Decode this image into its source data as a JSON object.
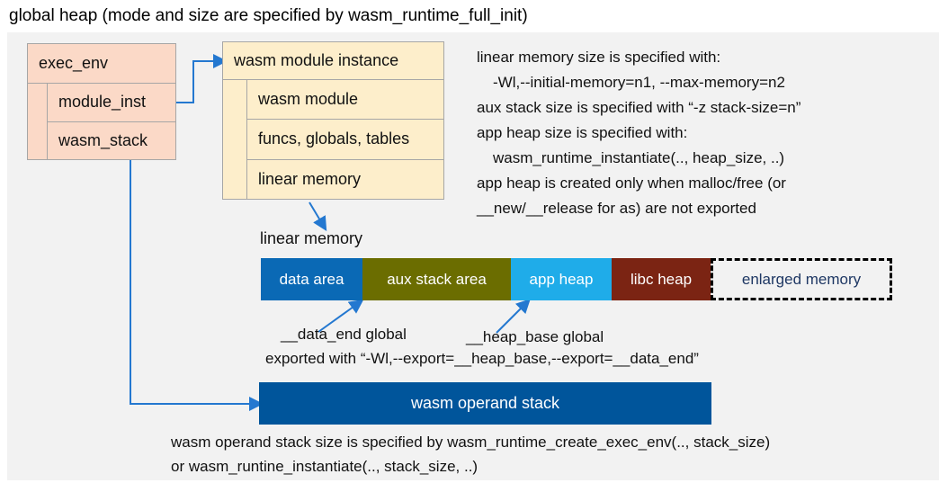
{
  "title": "global heap (mode and size are specified by wasm_runtime_full_init)",
  "exec_env": {
    "header": "exec_env",
    "rows": [
      "module_inst",
      "wasm_stack"
    ]
  },
  "module_instance": {
    "header": "wasm module instance",
    "rows": [
      "wasm module",
      "funcs, globals, tables",
      "linear memory"
    ]
  },
  "notes_right": {
    "lines": [
      "linear memory size is specified with:",
      "-Wl,--initial-memory=n1, --max-memory=n2",
      "aux stack size is specified with “-z stack-size=n”",
      "app heap size is specified with:",
      "wasm_runtime_instantiate(.., heap_size, ..)",
      "app heap is created only when malloc/free (or",
      "__new/__release for as) are not exported"
    ]
  },
  "linear_memory": {
    "label": "linear memory",
    "segments": [
      {
        "label": "data area",
        "color": "#0a69b5"
      },
      {
        "label": "aux stack area",
        "color": "#6b6d00"
      },
      {
        "label": "app heap",
        "color": "#1face9"
      },
      {
        "label": "libc heap",
        "color": "#7b2413"
      },
      {
        "label": "enlarged memory",
        "color": "dashed"
      }
    ],
    "data_end_label": "__data_end global",
    "heap_base_label": "__heap_base global",
    "export_note": "exported with “-Wl,--export=__heap_base,--export=__data_end”"
  },
  "operand_stack": {
    "label": "wasm operand stack",
    "note_lines": [
      "wasm operand stack size is specified by wasm_runtime_create_exec_env(.., stack_size)",
      "or wasm_runtine_instantiate(.., stack_size, ..)"
    ],
    "color": "#00559b"
  },
  "colors": {
    "panel_background": "#f2f2f2",
    "exec_env_fill": "#fbd9c7",
    "module_instance_fill": "#fdeecb",
    "box_border": "#a6a6a6",
    "arrow": "#2478d0",
    "enlarged_memory_text": "#1f3864"
  }
}
